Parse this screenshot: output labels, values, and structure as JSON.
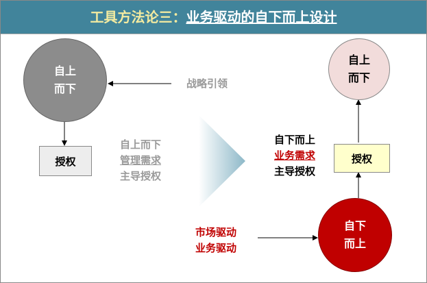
{
  "title": {
    "prefix": "工具方法论三：",
    "main": "业务驱动的自下而上设计"
  },
  "left": {
    "circle": "自上\n而下",
    "label": "战略引领",
    "box": "授权",
    "notes": [
      "自上而下",
      "管理需求",
      "主导授权"
    ]
  },
  "right": {
    "circle_top": "自上\n而下",
    "box": "授权",
    "notes": [
      "自下而上",
      "业务需求",
      "主导授权"
    ],
    "circle_bottom": "自下\n而上",
    "drivers": [
      "市场驱动",
      "业务驱动"
    ]
  },
  "colors": {
    "header": "#41849B",
    "red": "#C00000",
    "gray": "#999999"
  }
}
